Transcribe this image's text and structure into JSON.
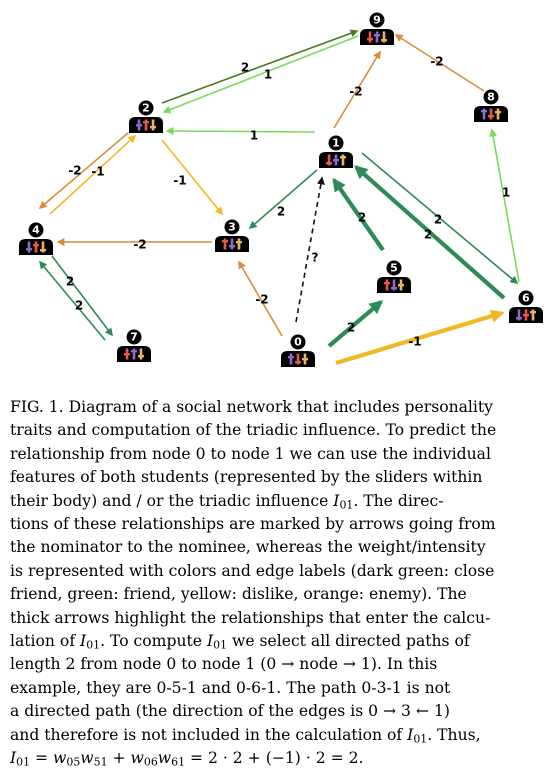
{
  "figure": {
    "nodes": [
      {
        "id": "0",
        "label": "0"
      },
      {
        "id": "1",
        "label": "1"
      },
      {
        "id": "2",
        "label": "2"
      },
      {
        "id": "3",
        "label": "3"
      },
      {
        "id": "4",
        "label": "4"
      },
      {
        "id": "5",
        "label": "5"
      },
      {
        "id": "6",
        "label": "6"
      },
      {
        "id": "7",
        "label": "7"
      },
      {
        "id": "8",
        "label": "8"
      },
      {
        "id": "9",
        "label": "9"
      }
    ],
    "edges": [
      {
        "from": "2",
        "to": "9",
        "label": "2",
        "color": "dark-green"
      },
      {
        "from": "9",
        "to": "2",
        "label": "1",
        "color": "green"
      },
      {
        "from": "8",
        "to": "9",
        "label": "-2",
        "color": "orange"
      },
      {
        "from": "1",
        "to": "9",
        "label": "-2",
        "color": "orange"
      },
      {
        "from": "6",
        "to": "8",
        "label": "1",
        "color": "green"
      },
      {
        "from": "1",
        "to": "2",
        "label": "1",
        "color": "green"
      },
      {
        "from": "2",
        "to": "4",
        "label": "-2",
        "color": "orange"
      },
      {
        "from": "4",
        "to": "2",
        "label": "-1",
        "color": "yellow"
      },
      {
        "from": "2",
        "to": "3",
        "label": "-1",
        "color": "yellow"
      },
      {
        "from": "1",
        "to": "3",
        "label": "2",
        "color": "dark-green"
      },
      {
        "from": "3",
        "to": "4",
        "label": "-2",
        "color": "orange"
      },
      {
        "from": "6",
        "to": "1",
        "label": "2",
        "color": "dark-green",
        "thick": true
      },
      {
        "from": "1",
        "to": "6",
        "label": "2",
        "color": "dark-green"
      },
      {
        "from": "5",
        "to": "1",
        "label": "2",
        "color": "dark-green",
        "thick": true
      },
      {
        "from": "0",
        "to": "1",
        "label": "?",
        "color": "black",
        "dashed": true
      },
      {
        "from": "0",
        "to": "3",
        "label": "-2",
        "color": "orange"
      },
      {
        "from": "0",
        "to": "5",
        "label": "2",
        "color": "dark-green",
        "thick": true
      },
      {
        "from": "0",
        "to": "6",
        "label": "-1",
        "color": "yellow",
        "thick": true
      },
      {
        "from": "4",
        "to": "7",
        "label": "2",
        "color": "dark-green"
      },
      {
        "from": "7",
        "to": "4",
        "label": "2",
        "color": "dark-green"
      }
    ],
    "colors": {
      "dark-green": "#2e8b57",
      "green": "#7ed957",
      "yellow": "#f0b921",
      "orange": "#d98c3a",
      "black": "#111111",
      "olive": "#4a7a1f",
      "node": "#000000",
      "slider-red": "#e8574f",
      "slider-purple": "#8a6bd6",
      "slider-tan": "#e6b36a"
    },
    "caption": {
      "lines": [
        "FIG. 1. Diagram of a social network that includes personality",
        "traits and computation of the triadic influence. To predict the",
        "relationship from node 0 to node 1 we can use the individual",
        "features of both students (represented by the sliders within",
        "their body) and / or the triadic influence I01.  The direc-",
        "tions of these relationships are marked by arrows going from",
        "the nominator to the nominee, whereas the weight/intensity",
        "is represented with colors and edge labels (dark green: close",
        "friend, green: friend, yellow: dislike, orange: enemy).  The",
        "thick arrows highlight the relationships that enter the calcu-",
        "lation of I01.  To compute I01 we select all directed paths of",
        "length 2 from node 0 to node 1 (0 → node → 1).  In this",
        "example, they are 0-5-1 and 0-6-1.  The path 0-3-1 is not",
        "a directed path (the direction of the edges is 0 → 3 ← 1)",
        "and therefore is not included in the calculation of I01. Thus,",
        "I01 = w05w51 + w06w61 = 2 · 2 + (−1) · 2 = 2."
      ]
    }
  }
}
